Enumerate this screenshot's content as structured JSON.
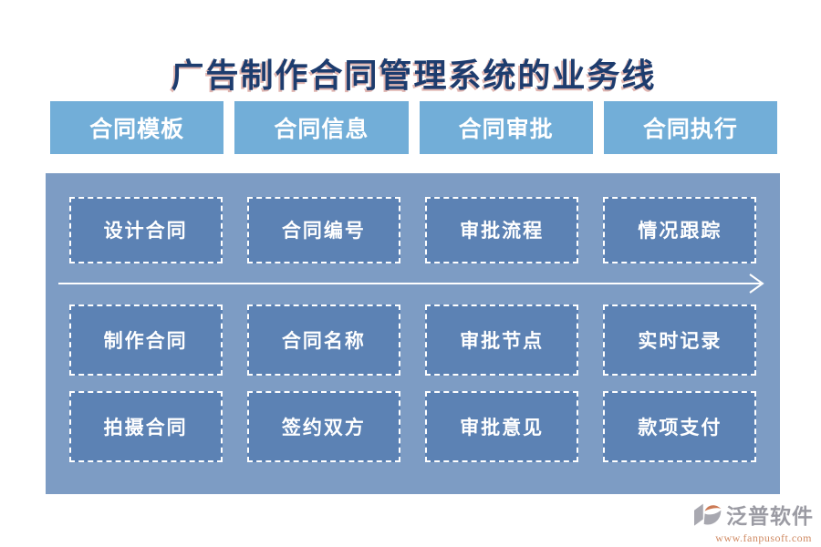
{
  "page": {
    "title": "广告制作合同管理系统的业务线"
  },
  "colors": {
    "title_navy": "#1d3c6e",
    "title_shadow_red": "#ba5c50",
    "tab_blue": "#72aed8",
    "panel_blue": "#7d9cc4",
    "node_blue": "#5c82b4",
    "node_border_white": "#ffffff",
    "arrow_white": "#ffffff",
    "logo_gray": "#9b9ba3",
    "logo_orange": "#cc7a55"
  },
  "columns": [
    {
      "header": "合同模板",
      "items": [
        "设计合同",
        "制作合同",
        "拍摄合同"
      ]
    },
    {
      "header": "合同信息",
      "items": [
        "合同编号",
        "合同名称",
        "签约双方"
      ]
    },
    {
      "header": "合同审批",
      "items": [
        "审批流程",
        "审批节点",
        "审批意见"
      ]
    },
    {
      "header": "合同执行",
      "items": [
        "情况跟踪",
        "实时记录",
        "款项支付"
      ]
    }
  ],
  "logo": {
    "brand": "泛普软件",
    "website": "www.fanpusoft.com"
  }
}
